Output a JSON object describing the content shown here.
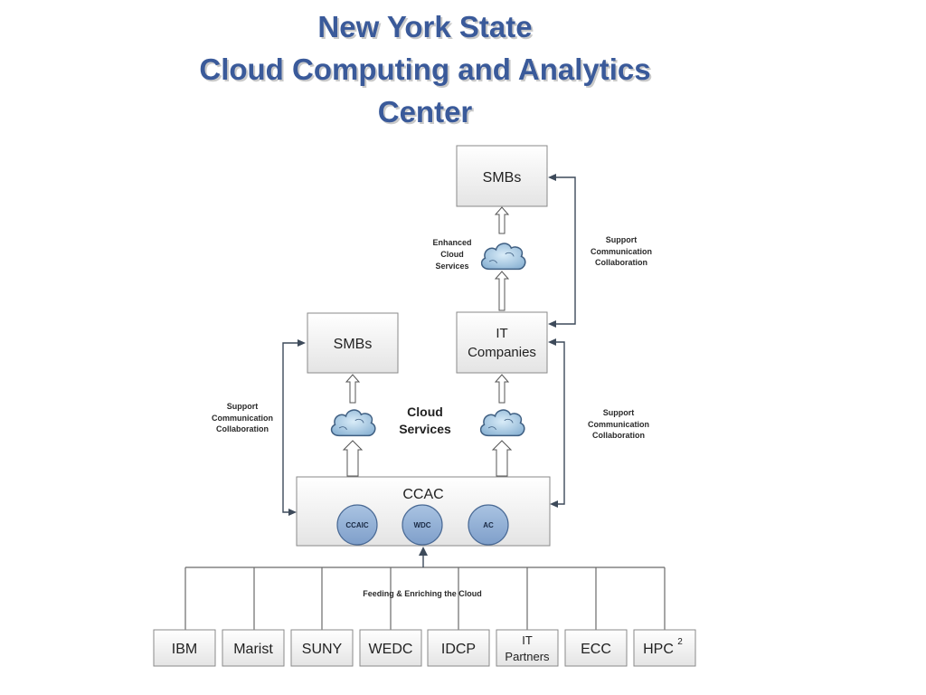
{
  "title": {
    "line1": "New York State",
    "line2": "Cloud Computing and Analytics",
    "line3": "Center"
  },
  "nodes": {
    "smbs_top": "SMBs",
    "smbs_left": "SMBs",
    "it_companies_line1": "IT",
    "it_companies_line2": "Companies",
    "ccac": "CCAC"
  },
  "centers": [
    "CCAIC",
    "WDC",
    "AC"
  ],
  "labels": {
    "enhanced": [
      "Enhanced",
      "Cloud",
      "Services"
    ],
    "support_top_right": [
      "Support",
      "Communication",
      "Collaboration"
    ],
    "support_left": [
      "Support",
      "Communication",
      "Collaboration"
    ],
    "support_right": [
      "Support",
      "Communication",
      "Collaboration"
    ],
    "cloud_services": [
      "Cloud",
      "Services"
    ],
    "feeding": "Feeding & Enriching the Cloud"
  },
  "partners": [
    "IBM",
    "Marist",
    "SUNY",
    "WEDC",
    "IDCP",
    "IT",
    "Partners",
    "ECC",
    "HPC",
    "2"
  ]
}
